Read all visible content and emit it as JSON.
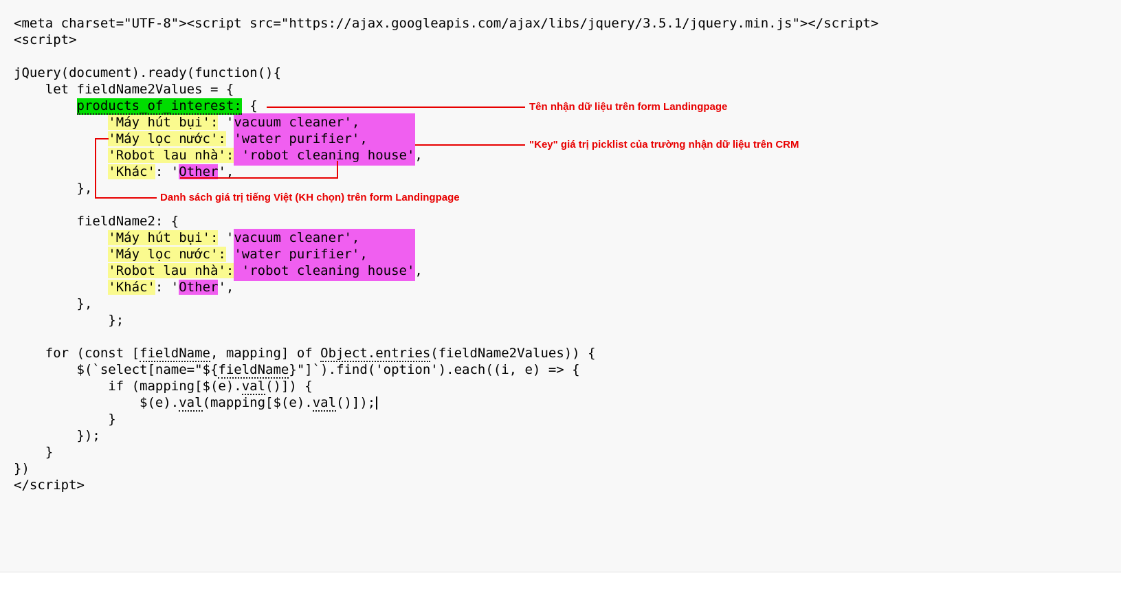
{
  "page": {
    "background": "#f8f8f8"
  },
  "colors": {
    "page-bg": "#f8f8f8",
    "code-text": "#000000",
    "highlight-green": "#00dd00",
    "highlight-yellow": "#fafa8f",
    "highlight-magenta": "#f05ff0",
    "annotation-red": "#e80000"
  },
  "code": {
    "lines": [
      {
        "segments": [
          {
            "t": "<meta charset=\"UTF-8\"><script src=\"https://ajax.googleapis.com/ajax/libs/jquery/3.5.1/jquery.min.js\"></script>"
          }
        ]
      },
      {
        "segments": [
          {
            "t": "<script>"
          }
        ]
      },
      {
        "segments": []
      },
      {
        "segments": [
          {
            "t": "jQuery(document).ready(function(){"
          }
        ]
      },
      {
        "segments": [
          {
            "t": "    let fieldName2Values = {"
          }
        ]
      },
      {
        "segments": [
          {
            "t": "        "
          },
          {
            "t": "products_of_interest:",
            "c": "hl-g ul"
          },
          {
            "t": " {"
          }
        ]
      },
      {
        "segments": [
          {
            "t": "            "
          },
          {
            "t": "'Máy hút bụi':",
            "c": "hl-y"
          },
          {
            "t": " 'vacuum cleaner',"
          }
        ]
      },
      {
        "segments": [
          {
            "t": "            "
          },
          {
            "t": "'Máy lọc nước':",
            "c": "hl-y"
          },
          {
            "t": " 'water purifier',"
          }
        ]
      },
      {
        "segments": [
          {
            "t": "            "
          },
          {
            "t": "'Robot lau nhà':",
            "c": "hl-y"
          },
          {
            "t": " 'robot cleaning house',"
          }
        ]
      },
      {
        "segments": [
          {
            "t": "            "
          },
          {
            "t": "'Khác'",
            "c": "hl-y"
          },
          {
            "t": ": '"
          },
          {
            "t": "Other",
            "c": "hl-m"
          },
          {
            "t": "',"
          }
        ]
      },
      {
        "segments": [
          {
            "t": "        },"
          }
        ]
      },
      {
        "segments": []
      },
      {
        "segments": [
          {
            "t": "        fieldName2: {"
          }
        ]
      },
      {
        "segments": [
          {
            "t": "            "
          },
          {
            "t": "'Máy hút bụi':",
            "c": "hl-y"
          },
          {
            "t": " 'vacuum cleaner',"
          }
        ]
      },
      {
        "segments": [
          {
            "t": "            "
          },
          {
            "t": "'Máy lọc nước':",
            "c": "hl-y"
          },
          {
            "t": " 'water purifier',"
          }
        ]
      },
      {
        "segments": [
          {
            "t": "            "
          },
          {
            "t": "'Robot lau nhà':",
            "c": "hl-y"
          },
          {
            "t": " 'robot cleaning house',"
          }
        ]
      },
      {
        "segments": [
          {
            "t": "            "
          },
          {
            "t": "'Khác'",
            "c": "hl-y"
          },
          {
            "t": ": '"
          },
          {
            "t": "Other",
            "c": "hl-m"
          },
          {
            "t": "',"
          }
        ]
      },
      {
        "segments": [
          {
            "t": "        },"
          }
        ]
      },
      {
        "segments": [
          {
            "t": "            };"
          }
        ]
      },
      {
        "segments": []
      },
      {
        "segments": [
          {
            "t": "    for (const ["
          },
          {
            "t": "fieldName",
            "c": "ul"
          },
          {
            "t": ", mapping] of "
          },
          {
            "t": "Object.entries",
            "c": "ul"
          },
          {
            "t": "(fieldName2Values)) {"
          }
        ]
      },
      {
        "segments": [
          {
            "t": "        $(`select[name=\"${"
          },
          {
            "t": "fieldName",
            "c": "ul"
          },
          {
            "t": "}\"]`).find('option').each((i, e) => {"
          }
        ]
      },
      {
        "segments": [
          {
            "t": "            if (mapping[$(e)."
          },
          {
            "t": "val",
            "c": "ul"
          },
          {
            "t": "()]) {"
          }
        ]
      },
      {
        "segments": [
          {
            "t": "                $(e)."
          },
          {
            "t": "val",
            "c": "ul"
          },
          {
            "t": "(mapping[$(e)."
          },
          {
            "t": "val",
            "c": "ul"
          },
          {
            "t": "()]);"
          },
          {
            "t": "",
            "c": "caret"
          }
        ]
      },
      {
        "segments": [
          {
            "t": "            }"
          }
        ]
      },
      {
        "segments": [
          {
            "t": "        });"
          }
        ]
      },
      {
        "segments": [
          {
            "t": "    }"
          }
        ]
      },
      {
        "segments": [
          {
            "t": "})"
          }
        ]
      },
      {
        "segments": [
          {
            "t": "</script>"
          }
        ]
      }
    ]
  },
  "annotations": [
    {
      "text": "Tên nhận dữ liệu trên form Landingpage"
    },
    {
      "text": "\"Key\" giá trị picklist của trường nhận dữ liệu trên CRM"
    },
    {
      "text": "Danh sách giá trị tiếng Việt (KH chọn) trên form Landingpage"
    }
  ]
}
